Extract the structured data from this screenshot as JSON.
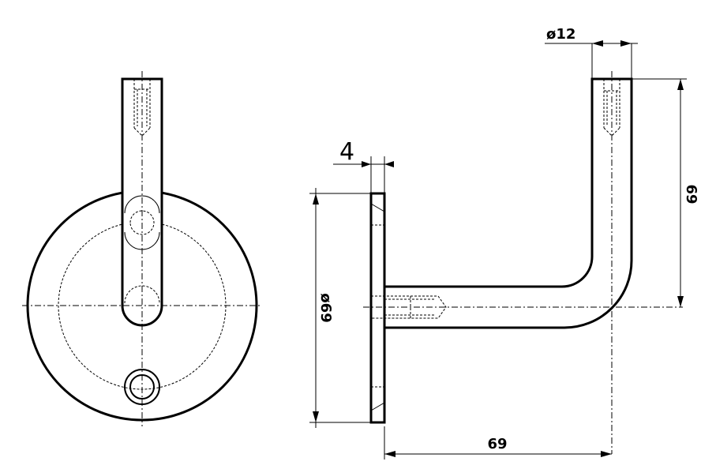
{
  "drawing": {
    "dimensions": {
      "tube_diameter": "ø12",
      "plate_thickness": "4",
      "plate_diameter": "ø69",
      "horizontal_reach": "69",
      "vertical_rise": "69"
    }
  }
}
